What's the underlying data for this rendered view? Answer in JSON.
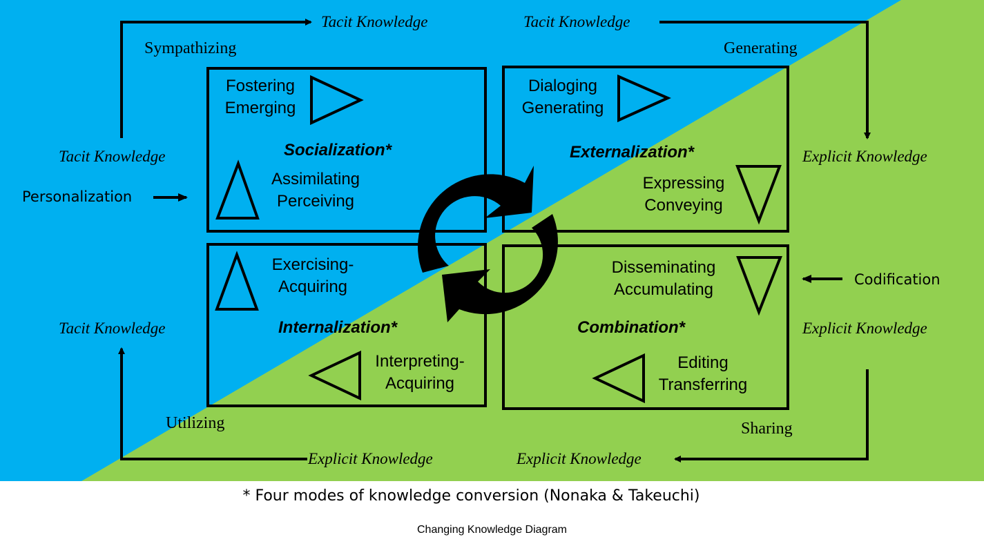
{
  "colors": {
    "tacit_bg": "#00B0F0",
    "explicit_bg": "#92D050",
    "ink": "#000000",
    "page_bg": "#FFFFFF"
  },
  "flow_labels": {
    "top_left": "Tacit Knowledge",
    "top_right": "Tacit Knowledge",
    "left_upper": "Tacit Knowledge",
    "left_lower": "Tacit Knowledge",
    "right_upper": "Explicit Knowledge",
    "right_lower": "Explicit Knowledge",
    "bottom_left": "Explicit Knowledge",
    "bottom_right": "Explicit Knowledge"
  },
  "process_labels": {
    "sympathizing": "Sympathizing",
    "generating": "Generating",
    "utilizing": "Utilizing",
    "sharing": "Sharing"
  },
  "side_labels": {
    "personalization": "Personalization",
    "codification": "Codification"
  },
  "quadrants": {
    "socialization": {
      "title": "Socialization*",
      "top_line1": "Fostering",
      "top_line2": "Emerging",
      "bottom_line1": "Assimilating",
      "bottom_line2": "Perceiving"
    },
    "externalization": {
      "title": "Externalization*",
      "top_line1": "Dialoging",
      "top_line2": "Generating",
      "bottom_line1": "Expressing",
      "bottom_line2": "Conveying"
    },
    "internalization": {
      "title": "Internalization*",
      "top_line1": "Exercising-",
      "top_line2": "Acquiring",
      "bottom_line1": "Interpreting-",
      "bottom_line2": "Acquiring"
    },
    "combination": {
      "title": "Combination*",
      "top_line1": "Disseminating",
      "top_line2": "Accumulating",
      "bottom_line1": "Editing",
      "bottom_line2": "Transferring"
    }
  },
  "center_icon": "cycle-arrows-icon",
  "footnote": "* Four modes of knowledge conversion (Nonaka & Takeuchi)",
  "caption": "Changing Knowledge Diagram"
}
